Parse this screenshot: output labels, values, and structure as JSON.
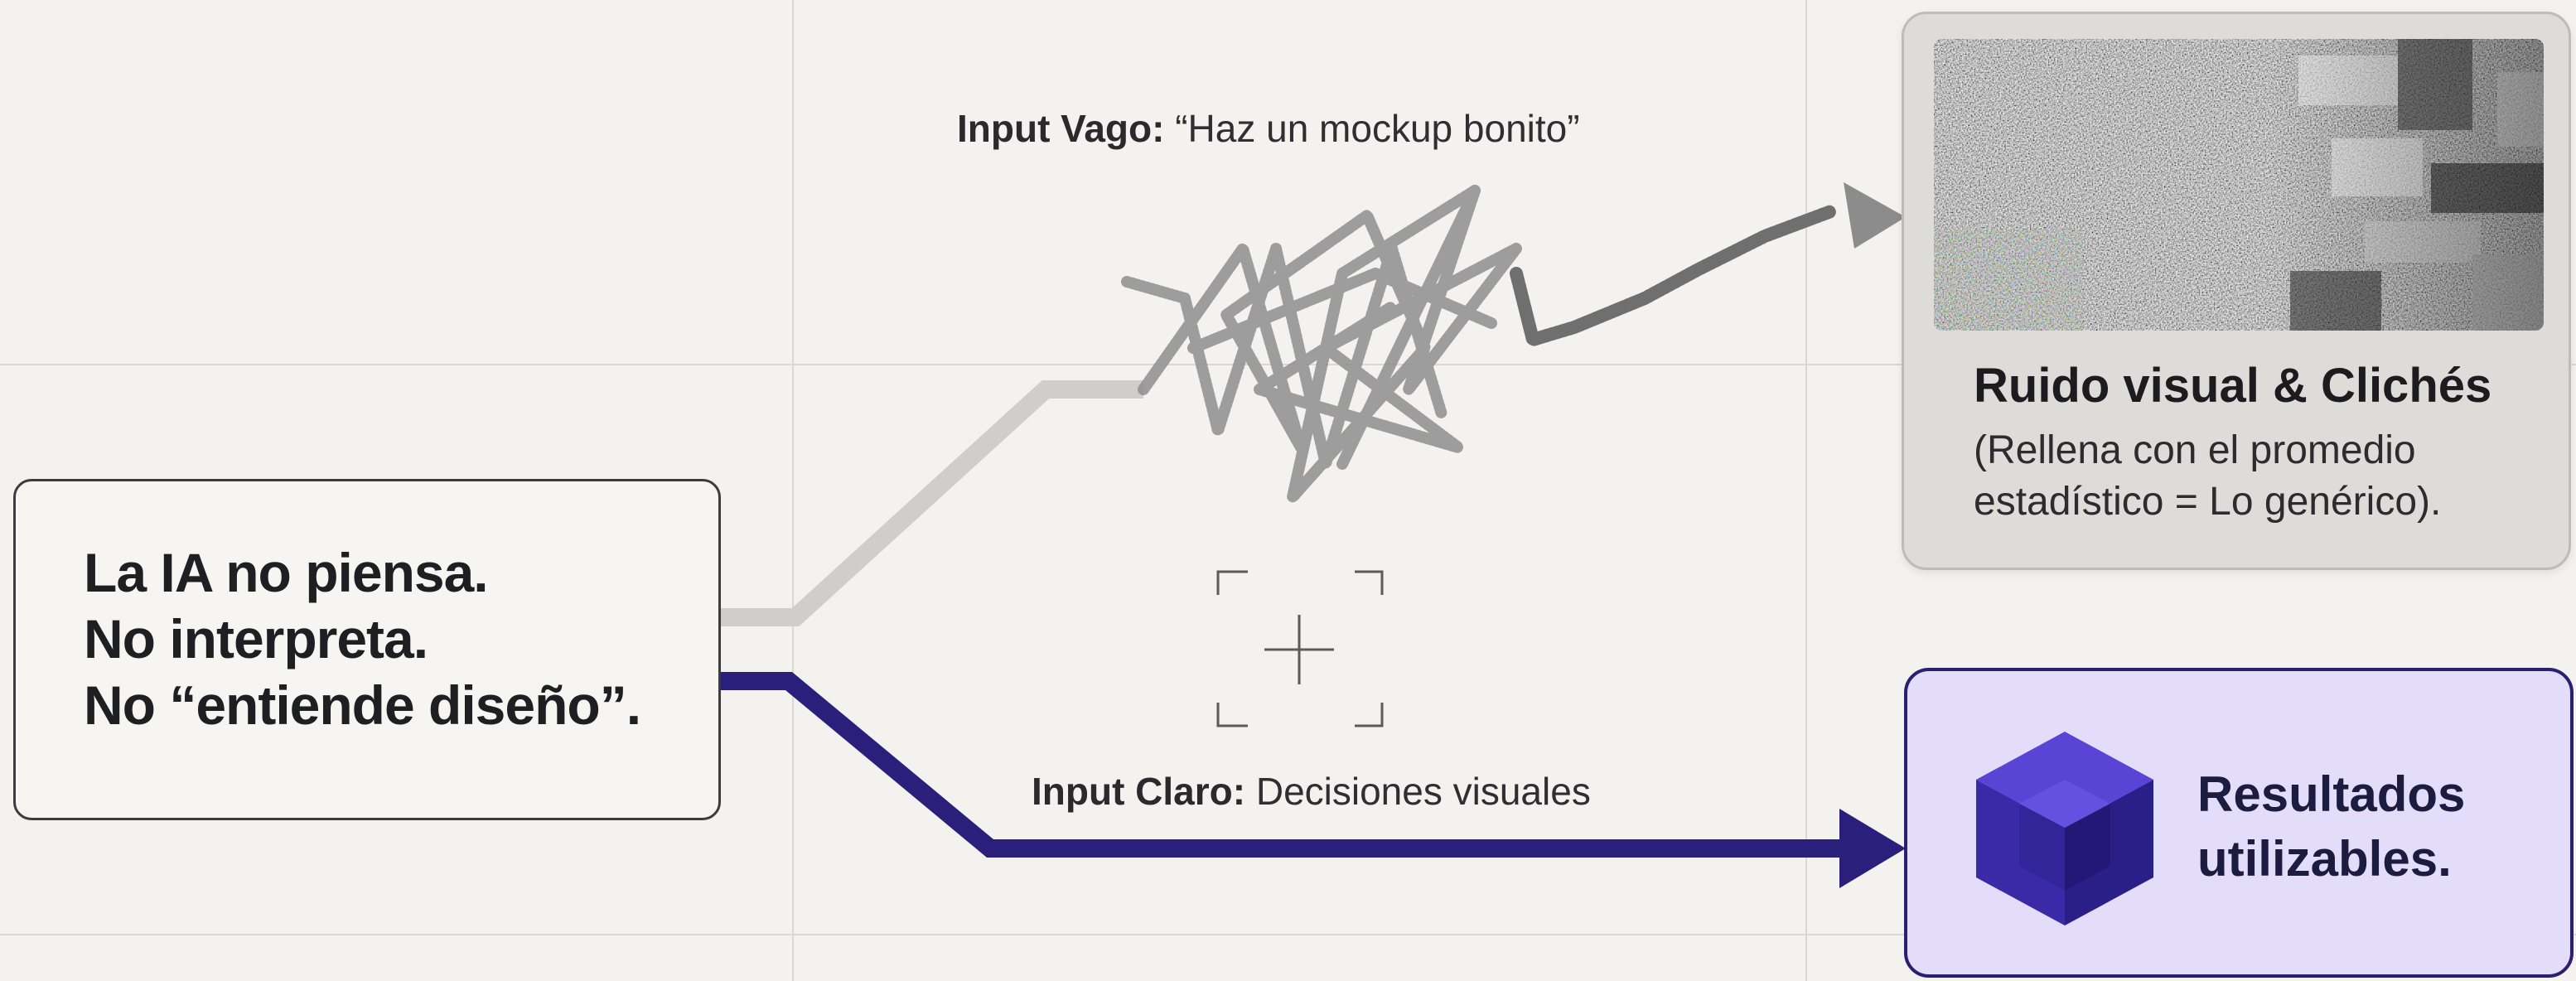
{
  "source": {
    "lines": [
      "La IA no piensa.",
      "No interpreta.",
      "No “entiende diseño”."
    ]
  },
  "vague_input": {
    "label": "Input Vago:",
    "text": "“Haz un mockup bonito”"
  },
  "clear_input": {
    "label": "Input Claro:",
    "text": "Decisiones visuales"
  },
  "noise_result": {
    "title": "Ruido visual & Clichés",
    "description_lines": [
      "(Rellena con el promedio",
      "estadístico = Lo genérico)."
    ]
  },
  "good_result": {
    "lines": [
      "Resultados",
      "utilizables."
    ]
  },
  "colors": {
    "background": "#f3f2ef",
    "grid": "#d9d8d3",
    "vague_path": "#cfcecb",
    "clear_path": "#2a1f7a",
    "good_box": "#e3ddfa",
    "noise_box": "#dddcd8"
  },
  "icons": {
    "scribble": "scribble-icon",
    "viewfinder": "focus-crosshair-icon",
    "cube": "cube-icon"
  }
}
